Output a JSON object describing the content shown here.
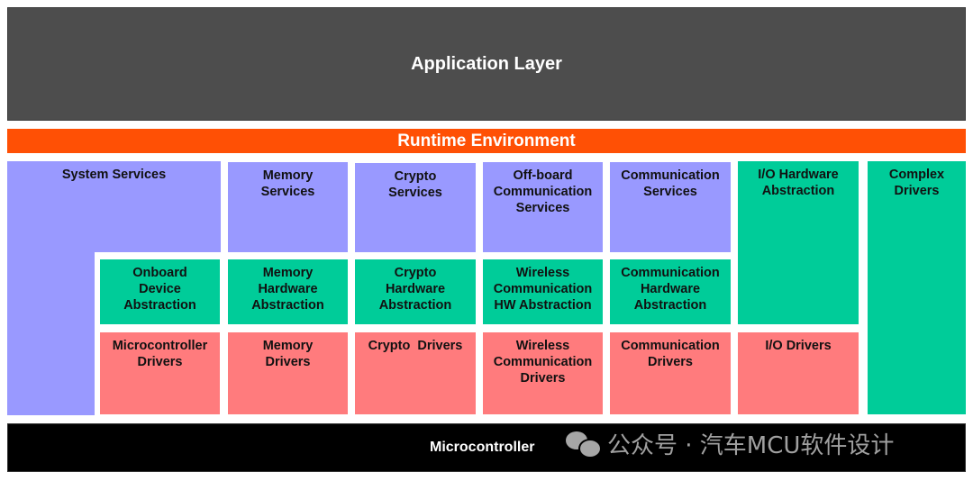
{
  "layers": {
    "application": "Application Layer",
    "runtime": "Runtime Environment",
    "microcontroller": "Microcontroller"
  },
  "services_row": {
    "system_services": "System Services",
    "memory_services": "Memory\nServices",
    "crypto_services": "Crypto\nServices",
    "offboard_services": "Off-board\nCommunication\nServices",
    "communication_services": "Communication\nServices"
  },
  "abstraction_row": {
    "onboard": "Onboard\nDevice\nAbstraction",
    "memory_hw": "Memory\nHardware\nAbstraction",
    "crypto_hw": "Crypto\nHardware\nAbstraction",
    "wireless_hw": "Wireless\nCommunication\nHW Abstraction",
    "communication_hw": "Communication\nHardware\nAbstraction",
    "io_hw": "I/O Hardware\nAbstraction"
  },
  "drivers_row": {
    "microcontroller_drivers": "Microcontroller\nDrivers",
    "memory_drivers": "Memory\nDrivers",
    "crypto_drivers": "Crypto  Drivers",
    "wireless_drivers": "Wireless\nCommunication\nDrivers",
    "communication_drivers": "Communication\nDrivers",
    "io_drivers": "I/O Drivers"
  },
  "complex_drivers": "Complex\nDrivers",
  "watermark": "公众号 · 汽车MCU软件设计",
  "colors": {
    "application": "#4d4d4d",
    "runtime": "#ff5005",
    "services": "#9999ff",
    "hardware_abstraction": "#00cc99",
    "drivers": "#ff7b7d",
    "microcontroller": "#000000"
  }
}
